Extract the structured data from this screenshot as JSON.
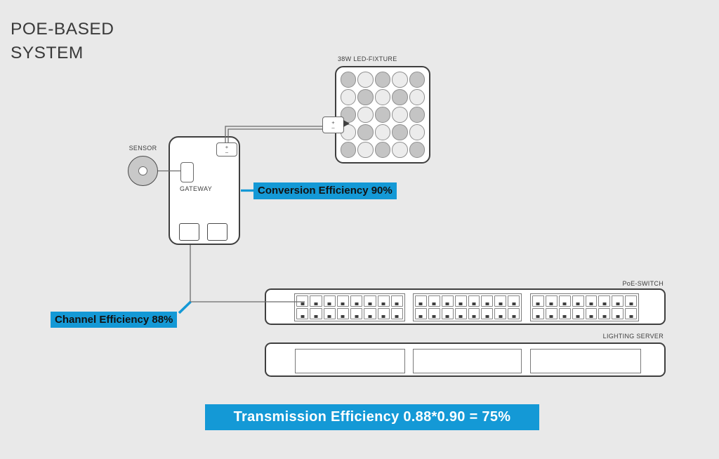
{
  "title": {
    "line1": "POE-BASED",
    "line2": "SYSTEM"
  },
  "colors": {
    "background": "#e9e9e9",
    "accent": "#1499d6",
    "box_outline": "#3f3f3f",
    "inner_outline": "#7a7a7a",
    "wire": "#6b6b6b",
    "led_gray": "#c4c4c4",
    "led_white": "#ececec",
    "text": "#3a3a3a"
  },
  "fixture": {
    "label": "38W LED-FIXTURE",
    "rows": 5,
    "cols": 5,
    "pattern": "checkerboard-gray-first"
  },
  "sensor": {
    "label": "SENSOR"
  },
  "gateway": {
    "label": "GATEWAY"
  },
  "power_connector": {
    "plus": "+",
    "minus": "–"
  },
  "badges": {
    "conversion": "Conversion Efficiency 90%",
    "channel": "Channel Efficiency 88%",
    "transmission": "Transmission Efficiency 0.88*0.90 = 75%"
  },
  "poe_switch": {
    "label": "PoE-SWITCH",
    "port_groups": 3,
    "ports_per_group": 16
  },
  "lighting_server": {
    "label": "LIGHTING SERVER",
    "bays": 3
  }
}
